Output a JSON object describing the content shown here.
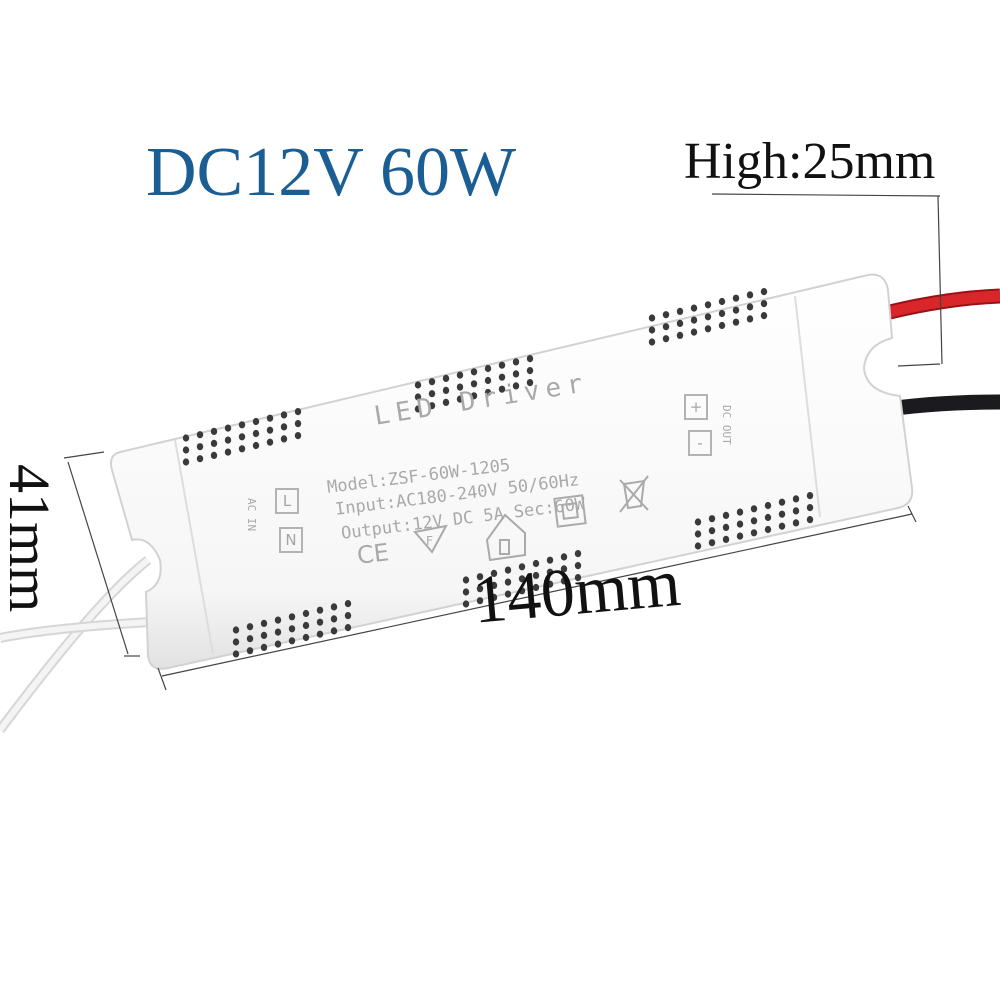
{
  "headline": "DC12V 60W",
  "dimensions": {
    "height_label": "High:25mm",
    "length_label": "140mm",
    "width_label": "41mm"
  },
  "label": {
    "title": "LED  Driver",
    "model": "Model:ZSF-60W-1205",
    "input": "Input:AC180-240V 50/60Hz",
    "output": "Output:12V DC 5A Sec:60W",
    "ac_in": "AC IN",
    "dc_out": "DC OUT",
    "terminal_l": "L",
    "terminal_n": "N",
    "terminal_plus": "+",
    "terminal_minus": "-",
    "ce_mark": "CE"
  },
  "colors": {
    "headline": "#1b5e93",
    "red_wire": "#d8262b",
    "black_wire": "#1b1b1f",
    "casing": "#fbfbfb"
  },
  "icons": [
    "ce-mark-icon",
    "f-mark-icon",
    "indoor-use-icon",
    "double-insulation-icon",
    "weee-bin-icon"
  ]
}
